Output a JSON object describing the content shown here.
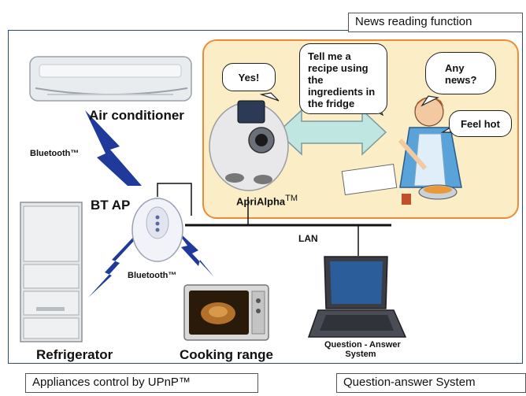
{
  "labels": {
    "news_reading": "News reading function",
    "appliances_control": "Appliances control by UPnP™",
    "question_answer_system_box": "Question-answer System"
  },
  "devices": {
    "air_conditioner": "Air conditioner",
    "bt_ap": "BT AP",
    "refrigerator": "Refrigerator",
    "cooking_range": "Cooking range",
    "qa_system_line1": "Question - Answer",
    "qa_system_line2": "System",
    "robot_name": "ApriAlpha",
    "robot_tm": "TM"
  },
  "network": {
    "bluetooth_1": "Bluetooth™",
    "bluetooth_2": "Bluetooth™",
    "lan": "LAN"
  },
  "bubbles": {
    "yes": "Yes!",
    "recipe": "Tell me a recipe using the ingredients in the fridge",
    "any_news": "Any news?",
    "feel_hot": "Feel hot"
  },
  "colors": {
    "panel_fill": "#fbeec7",
    "panel_border": "#f08a36",
    "arrow_fill": "#bfe6e0",
    "lightning": "#1f3a9a"
  }
}
